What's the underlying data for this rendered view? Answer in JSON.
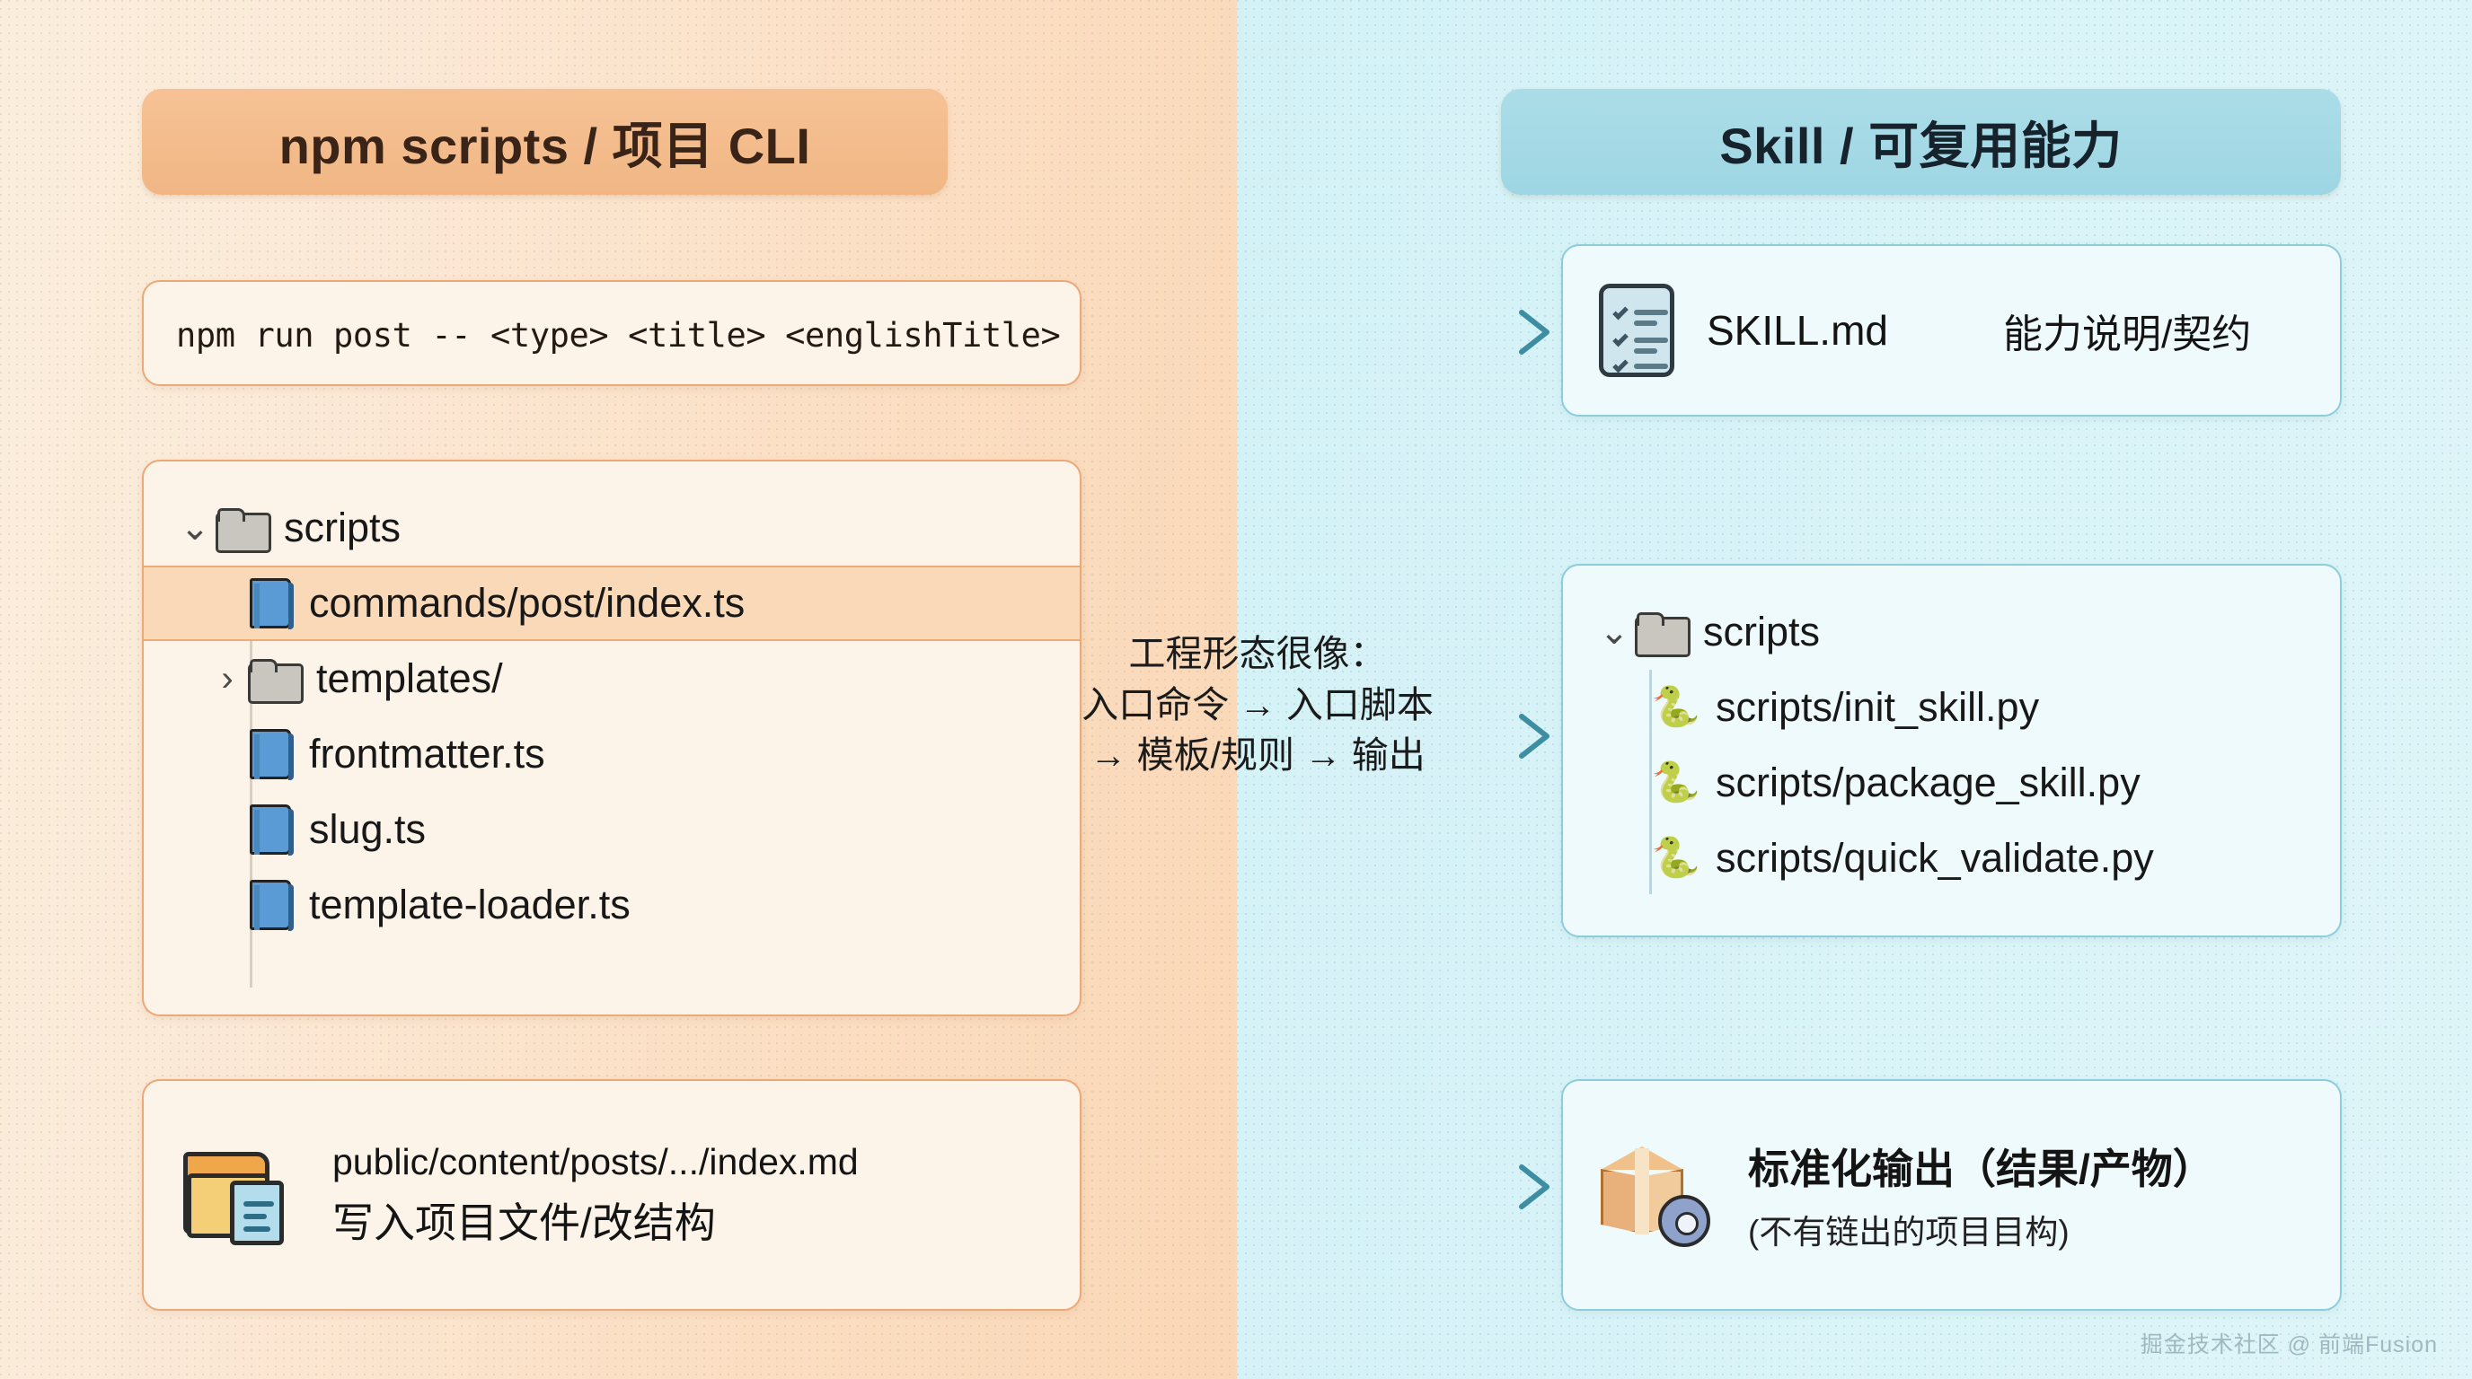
{
  "colors": {
    "left_bg": "#fbe4ce",
    "right_bg": "#d8f3f7",
    "left_accent": "#f1b684",
    "right_accent": "#9ed6e3",
    "left_card_border": "#eda877",
    "right_card_border": "#8ccddc",
    "highlight_row": "#fad9b8",
    "arrow_left": "#d9724a",
    "arrow_right": "#3e8ea3"
  },
  "left": {
    "header": "npm scripts / 项目 CLI",
    "command_box": {
      "text": "npm run post -- <type> <title> <englishTitle>"
    },
    "tree": {
      "root": {
        "label": "scripts",
        "icon": "folder-open-icon",
        "chevron": "chevron-down-icon"
      },
      "items": [
        {
          "label": "commands/post/index.ts",
          "icon": "ts-file-icon",
          "chevron": "",
          "highlighted": true
        },
        {
          "label": "templates/",
          "icon": "folder-closed-icon",
          "chevron": "chevron-right-icon",
          "highlighted": false
        },
        {
          "label": "frontmatter.ts",
          "icon": "ts-file-icon",
          "chevron": "",
          "highlighted": false
        },
        {
          "label": "slug.ts",
          "icon": "ts-file-icon",
          "chevron": "",
          "highlighted": false
        },
        {
          "label": "template-loader.ts",
          "icon": "ts-file-icon",
          "chevron": "",
          "highlighted": false
        }
      ]
    },
    "output": {
      "icon": "folder-document-icon",
      "path": "public/content/posts/.../index.md",
      "caption": "写入项目文件/改结构"
    }
  },
  "right": {
    "header": "Skill / 可复用能力",
    "skill_file": {
      "icon": "checklist-clipboard-icon",
      "name": "SKILL.md",
      "description": "能力说明/契约"
    },
    "tree": {
      "root": {
        "label": "scripts",
        "icon": "folder-open-icon",
        "chevron": "chevron-down-icon"
      },
      "items": [
        {
          "label": "scripts/init_skill.py",
          "icon": "python-icon"
        },
        {
          "label": "scripts/package_skill.py",
          "icon": "python-icon"
        },
        {
          "label": "scripts/quick_validate.py",
          "icon": "python-icon"
        }
      ]
    },
    "output": {
      "icon": "package-gear-icon",
      "title": "标准化输出（结果/产物）",
      "subtitle": "(不有链出的项目目构)"
    }
  },
  "middle": {
    "caption_line1": "工程形态很像：",
    "caption_line2": "入口命令 → 入口脚本",
    "caption_line3": "→ 模板/规则 → 输出"
  },
  "watermark": "掘金技术社区 @ 前端Fusion"
}
